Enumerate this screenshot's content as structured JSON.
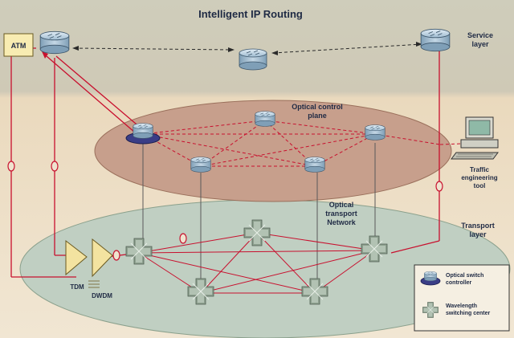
{
  "title": "Intelligent IP Routing",
  "labels": {
    "atm": "ATM",
    "service_layer_1": "Service",
    "service_layer_2": "layer",
    "control_plane_1": "Optical control",
    "control_plane_2": "plane",
    "transport_network_1": "Optical",
    "transport_network_2": "transport",
    "transport_network_3": "Network",
    "transport_layer_1": "Transport",
    "transport_layer_2": "layer",
    "traffic_tool_1": "Traffic",
    "traffic_tool_2": "engineering",
    "traffic_tool_3": "tool",
    "tdm": "TDM",
    "dwdm": "DWDM"
  },
  "legend": {
    "optical_switch_controller_1": "Optical switch",
    "optical_switch_controller_2": "controller",
    "switching_center_1": "Wavelength",
    "switching_center_2": "switching center"
  },
  "colors": {
    "service_band": "#c9c8b4",
    "control_plane": "#c79b86",
    "transport_plane": "#bfcfc1",
    "link_red": "#c8102e",
    "router": "#a9c3d6",
    "switch": "#8fa293",
    "background": "#efe3cf"
  },
  "icons": [
    "router-icon",
    "optical-switch-controller-icon",
    "wavelength-switch-icon",
    "computer-icon"
  ]
}
